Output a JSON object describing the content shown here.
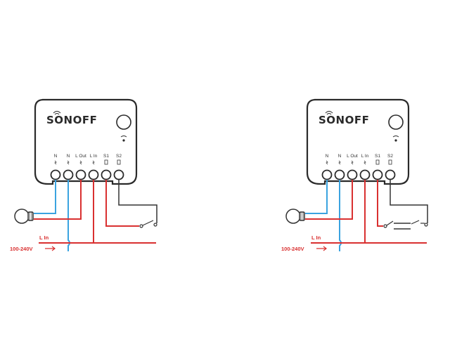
{
  "diagrams": [
    {
      "brand": "SONOFF",
      "terminals": [
        "N",
        "N",
        "L Out",
        "L In",
        "S1",
        "S2"
      ],
      "line_label": "L In",
      "voltage_label": "100-240V",
      "switch_type": "single"
    },
    {
      "brand": "SONOFF",
      "terminals": [
        "N",
        "N",
        "L Out",
        "L In",
        "S1",
        "S2"
      ],
      "line_label": "L In",
      "voltage_label": "100-240V",
      "switch_type": "two-way"
    }
  ],
  "colors": {
    "live": "#d93030",
    "neutral": "#3aa3e0",
    "switch_wire": "#333333",
    "device_outline": "#2a2a2a"
  }
}
